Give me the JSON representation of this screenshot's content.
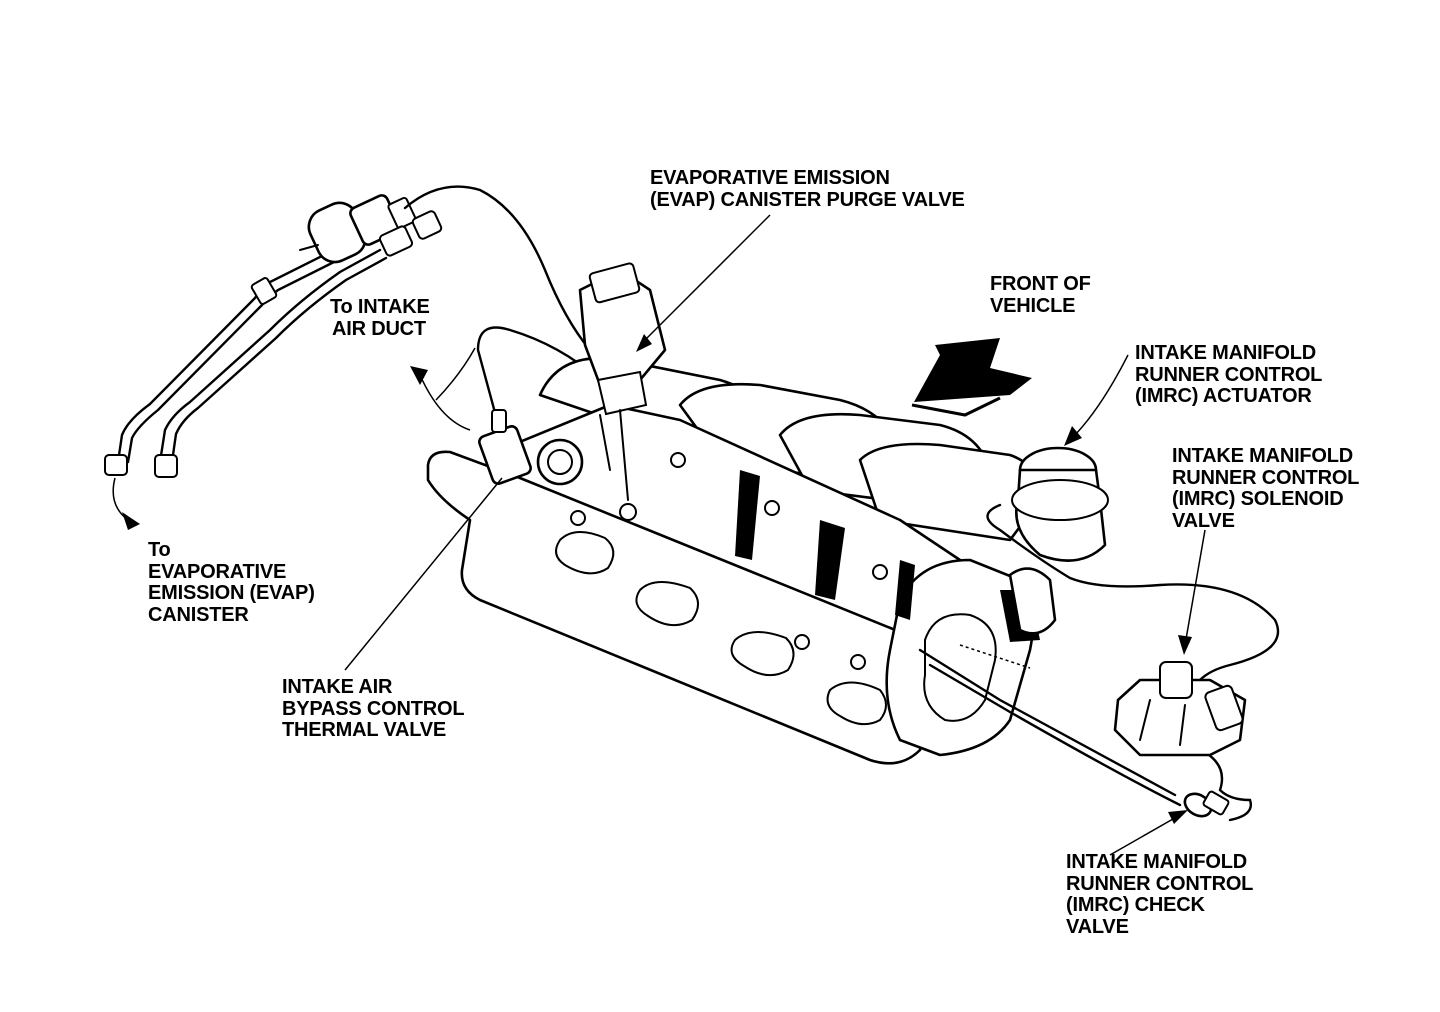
{
  "diagram": {
    "labels": {
      "evap_purge_valve": [
        "EVAPORATIVE EMISSION",
        "(EVAP) CANISTER PURGE VALVE"
      ],
      "front_of_vehicle": [
        "FRONT OF",
        "VEHICLE"
      ],
      "to_intake_air_duct": [
        "To INTAKE",
        "AIR DUCT"
      ],
      "imrc_actuator": [
        "INTAKE MANIFOLD",
        "RUNNER CONTROL",
        "(IMRC) ACTUATOR"
      ],
      "imrc_solenoid_valve": [
        "INTAKE MANIFOLD",
        "RUNNER CONTROL",
        "(IMRC) SOLENOID",
        "VALVE"
      ],
      "to_evap_canister": [
        "To",
        "EVAPORATIVE",
        "EMISSION (EVAP)",
        "CANISTER"
      ],
      "bypass_thermal_valve": [
        "INTAKE AIR",
        "BYPASS CONTROL",
        "THERMAL VALVE"
      ],
      "imrc_check_valve": [
        "INTAKE MANIFOLD",
        "RUNNER CONTROL",
        "(IMRC) CHECK",
        "VALVE"
      ]
    },
    "colors": {
      "ink": "#000000",
      "paper": "#ffffff"
    }
  }
}
